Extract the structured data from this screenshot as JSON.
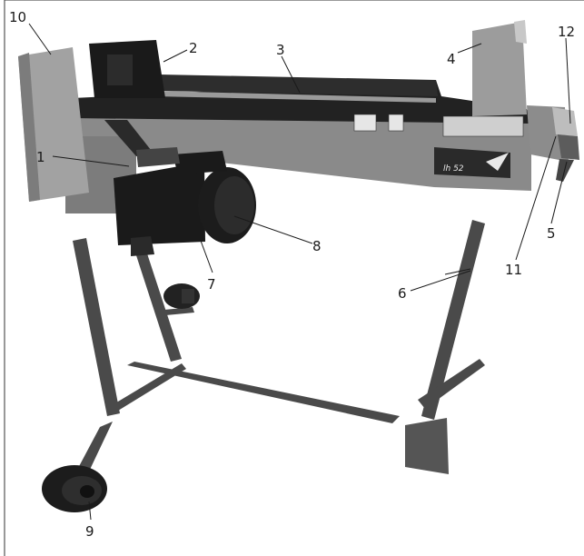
{
  "labels": [
    {
      "id": "1",
      "text": "1"
    },
    {
      "id": "2",
      "text": "2"
    },
    {
      "id": "3",
      "text": "3"
    },
    {
      "id": "4",
      "text": "4"
    },
    {
      "id": "5",
      "text": "5"
    },
    {
      "id": "6",
      "text": "6"
    },
    {
      "id": "7",
      "text": "7"
    },
    {
      "id": "8",
      "text": "8"
    },
    {
      "id": "9",
      "text": "9"
    },
    {
      "id": "10",
      "text": "10"
    },
    {
      "id": "11",
      "text": "11"
    },
    {
      "id": "12",
      "text": "12"
    }
  ],
  "brand_plate": {
    "model": "lh 52"
  },
  "colors": {
    "frame": "#4a4a4a",
    "beam": "#2a2a2a",
    "plate": "#9a9a9a",
    "motor": "#1e1e1e",
    "wheel": "#222222"
  }
}
